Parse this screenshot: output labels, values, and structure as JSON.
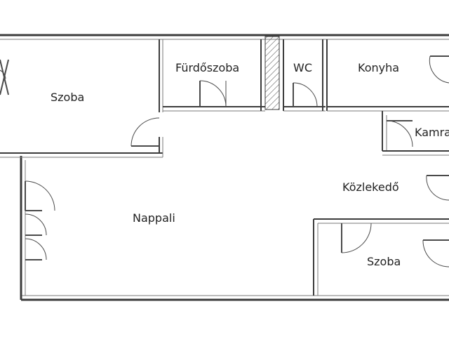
{
  "rooms": {
    "szoba_top": "Szoba",
    "furdoszoba": "Fürdőszoba",
    "wc": "WC",
    "konyha": "Konyha",
    "kamra": "Kamra",
    "kozlekedo": "Közlekedő",
    "nappali": "Nappali",
    "szoba_bottom": "Szoba"
  },
  "colors": {
    "wall": "#3c3c3c",
    "background": "#ffffff",
    "label": "#222222"
  }
}
